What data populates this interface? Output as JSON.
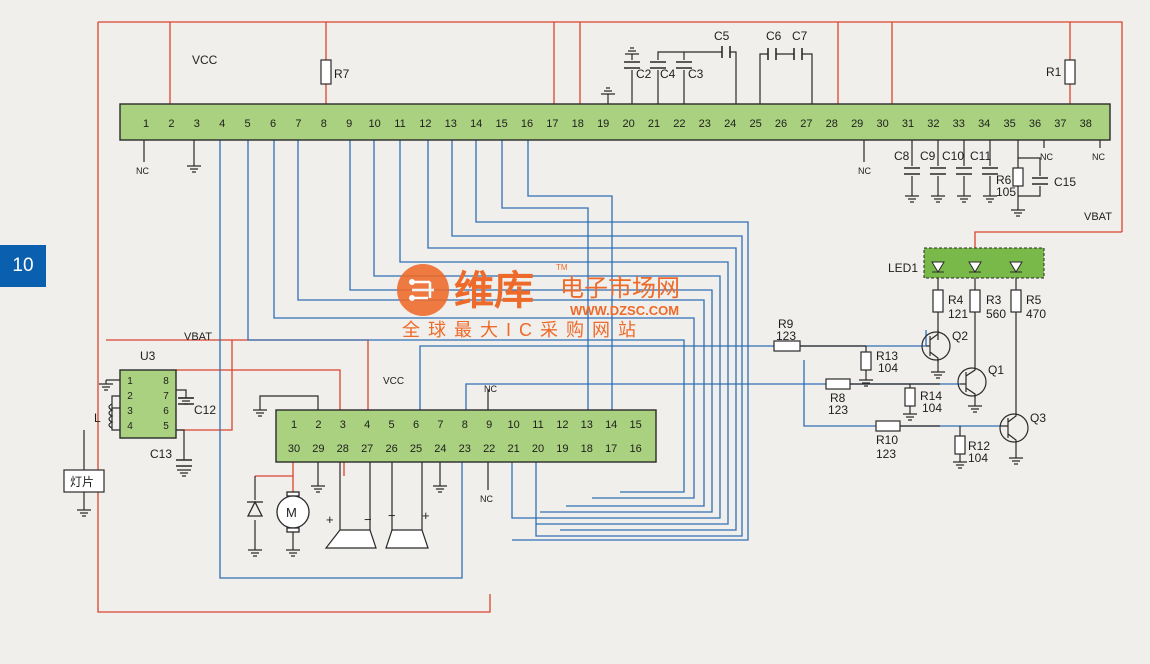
{
  "page_number": "10",
  "colors": {
    "background": "#f1efec",
    "chip_fill": "#a9d17f",
    "red_wire": "#d9442e",
    "blue_wire": "#2f6fb6",
    "black_wire": "#2a2a2a",
    "led_fill": "#79b94a",
    "page_tab": "#0a5fae",
    "watermark": "#ee6a2a"
  },
  "labels": {
    "vcc_top": "VCC",
    "vcc_mid": "VCC",
    "vbat_left": "VBAT",
    "vbat_right": "VBAT",
    "nc": "NC",
    "u3": "U3",
    "inductor": "L",
    "lamp": "灯片",
    "led1": "LED1",
    "plus": "+",
    "minus": "−",
    "motor": "M"
  },
  "main_chip": {
    "pins": [
      "1",
      "2",
      "3",
      "4",
      "5",
      "6",
      "7",
      "8",
      "9",
      "10",
      "11",
      "12",
      "13",
      "14",
      "15",
      "16",
      "17",
      "18",
      "19",
      "20",
      "21",
      "22",
      "23",
      "24",
      "25",
      "26",
      "27",
      "28",
      "29",
      "30",
      "31",
      "32",
      "33",
      "34",
      "35",
      "36",
      "37",
      "38"
    ]
  },
  "u2_chip": {
    "top_pins": [
      "1",
      "2",
      "3",
      "4",
      "5",
      "6",
      "7",
      "8",
      "9",
      "10",
      "11",
      "12",
      "13",
      "14",
      "15"
    ],
    "bottom_pins": [
      "30",
      "29",
      "28",
      "27",
      "26",
      "25",
      "24",
      "23",
      "22",
      "21",
      "20",
      "19",
      "18",
      "17",
      "16"
    ]
  },
  "u3_chip": {
    "left_pins": [
      "1",
      "2",
      "3",
      "4"
    ],
    "right_pins": [
      "8",
      "7",
      "6",
      "5"
    ]
  },
  "components": {
    "R7": "R7",
    "R1": "R1",
    "C2": "C2",
    "C3": "C3",
    "C4": "C4",
    "C5": "C5",
    "C6": "C6",
    "C7": "C7",
    "C8": "C8",
    "C9": "C9",
    "C10": "C10",
    "C11": "C11",
    "C12": "C12",
    "C13": "C13",
    "R6": "R6",
    "R6_val": "105",
    "C15": "C15",
    "R4": "R4",
    "R4_val": "121",
    "R3": "R3",
    "R3_val": "560",
    "R5": "R5",
    "R5_val": "470",
    "R9": "R9",
    "R9_val": "123",
    "R13": "R13",
    "R13_val": "104",
    "R8": "R8",
    "R8_val": "123",
    "R14": "R14",
    "R14_val": "104",
    "R10": "R10",
    "R10_val": "123",
    "R12": "R12",
    "R12_val": "104",
    "Q1": "Q1",
    "Q2": "Q2",
    "Q3": "Q3"
  },
  "watermark": {
    "brand": "维库",
    "brand2": "电子市场网",
    "tm": "TM",
    "url": "WWW.DZSC.COM",
    "slogan": "全球最大IC采购网站"
  }
}
